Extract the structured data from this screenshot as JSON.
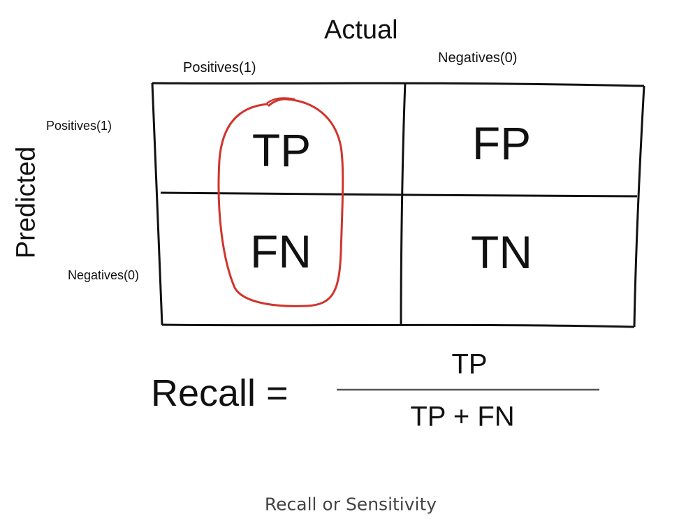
{
  "diagram": {
    "axis_actual": "Actual",
    "axis_predicted": "Predicted",
    "columns": {
      "positive": "Positives(1)",
      "negative": "Negatives(0)"
    },
    "rows": {
      "positive": "Positives(1)",
      "negative": "Negatives(0)"
    },
    "cells": {
      "tp": "TP",
      "fp": "FP",
      "fn": "FN",
      "tn": "TN"
    },
    "formula": {
      "lhs": "Recall =",
      "numerator": "TP",
      "denominator": "TP + FN"
    },
    "colors": {
      "ink": "#111111",
      "highlight": "#d0342c",
      "caption": "#444444"
    }
  },
  "caption": "Recall or Sensitivity"
}
